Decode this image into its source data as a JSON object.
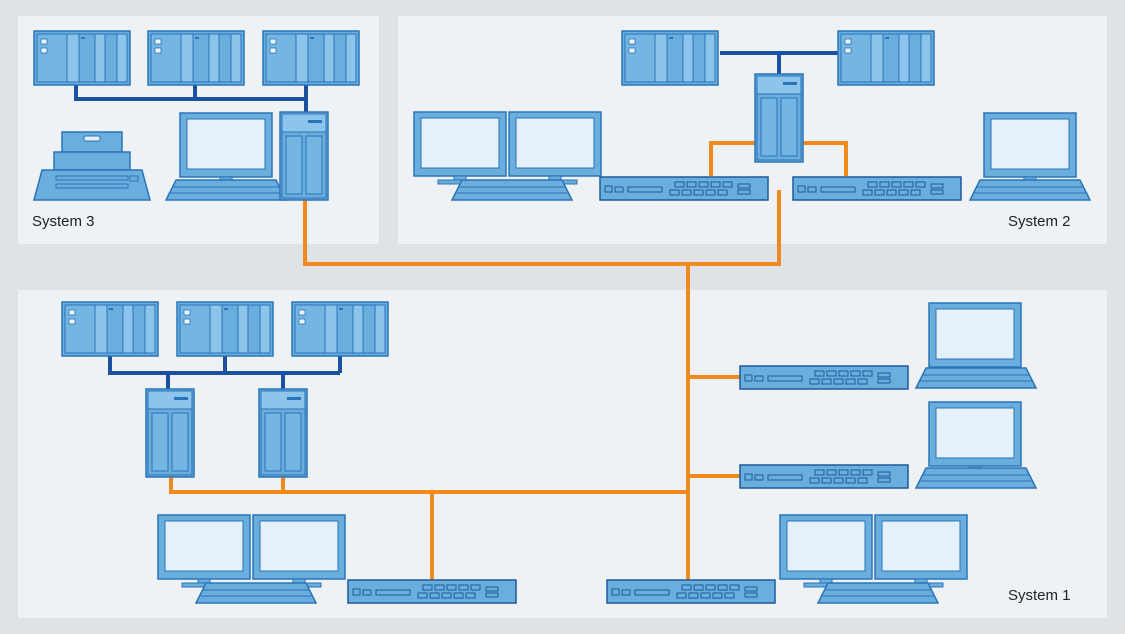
{
  "labels": {
    "system3": "System 3",
    "system2": "System 2",
    "system1": "System 1"
  },
  "colors": {
    "background": "#dde3e6",
    "panel": "#eef2f4",
    "device_fill": "#6aaede",
    "device_light": "#8cc4ec",
    "device_stroke": "#2b74b8",
    "screen_fill": "#e4f0fa",
    "network_blue": "#1b4fa0",
    "ethernet_orange": "#f08a1c"
  },
  "icons": {
    "plc": "plc-rack-icon",
    "server": "server-tower-icon",
    "monitor": "monitor-icon",
    "keyboard": "keyboard-icon",
    "switch": "network-switch-icon",
    "printer": "printer-icon"
  }
}
